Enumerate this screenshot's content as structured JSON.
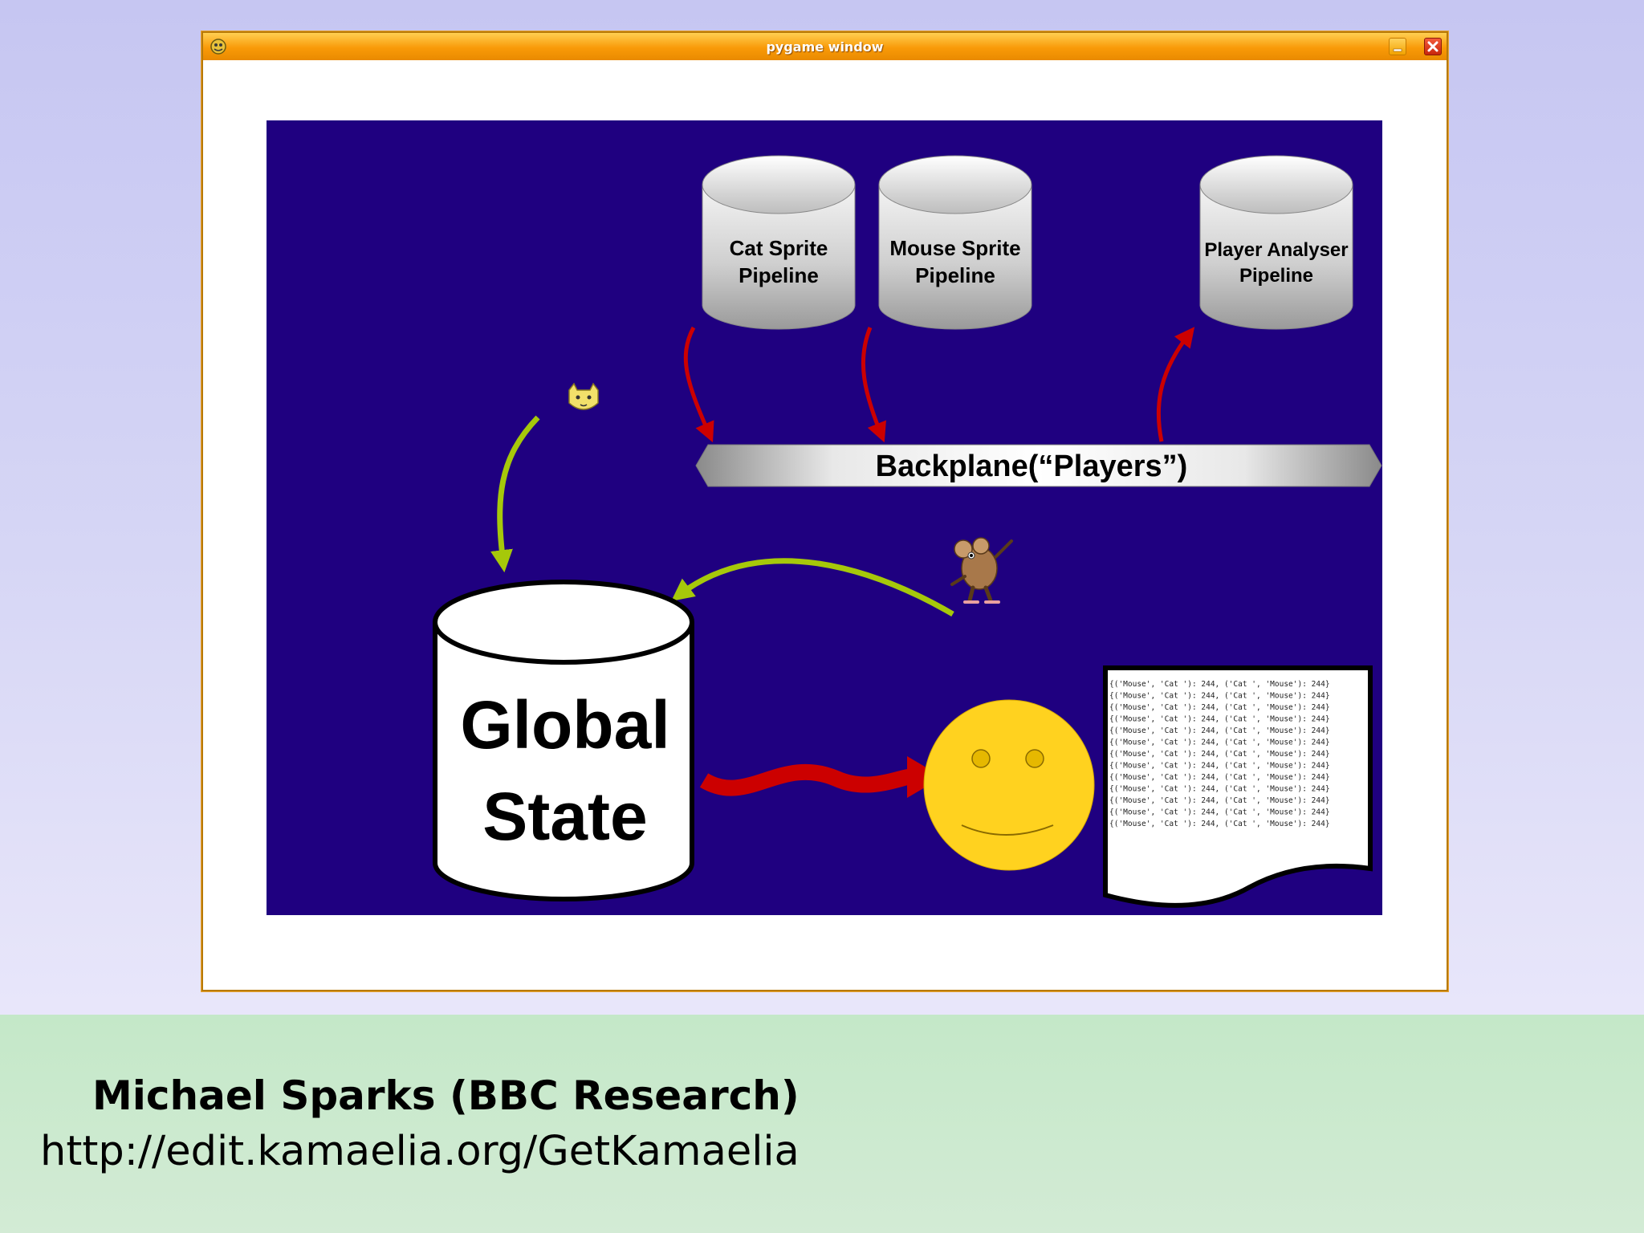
{
  "window": {
    "title": "pygame window"
  },
  "diagram": {
    "pipelines": [
      {
        "line1": "Cat Sprite",
        "line2": "Pipeline"
      },
      {
        "line1": "Mouse Sprite",
        "line2": "Pipeline"
      },
      {
        "line1": "Player Analyser",
        "line2": "Pipeline"
      }
    ],
    "backplane_label": "Backplane(“Players”)",
    "global_state": {
      "line1": "Global",
      "line2": "State"
    },
    "log_lines": [
      "{('Mouse', 'Cat '): 244, ('Cat ', 'Mouse'): 244}",
      "{('Mouse', 'Cat '): 244, ('Cat ', 'Mouse'): 244}",
      "{('Mouse', 'Cat '): 244, ('Cat ', 'Mouse'): 244}",
      "{('Mouse', 'Cat '): 244, ('Cat ', 'Mouse'): 244}",
      "{('Mouse', 'Cat '): 244, ('Cat ', 'Mouse'): 244}",
      "{('Mouse', 'Cat '): 244, ('Cat ', 'Mouse'): 244}",
      "{('Mouse', 'Cat '): 244, ('Cat ', 'Mouse'): 244}",
      "{('Mouse', 'Cat '): 244, ('Cat ', 'Mouse'): 244}",
      "{('Mouse', 'Cat '): 244, ('Cat ', 'Mouse'): 244}",
      "{('Mouse', 'Cat '): 244, ('Cat ', 'Mouse'): 244}",
      "{('Mouse', 'Cat '): 244, ('Cat ', 'Mouse'): 244}",
      "{('Mouse', 'Cat '): 244, ('Cat ', 'Mouse'): 244}",
      "{('Mouse', 'Cat '): 244, ('Cat ', 'Mouse'): 244}"
    ]
  },
  "footer": {
    "name": "Michael Sparks (BBC Research)",
    "url": "http://edit.kamaelia.org/GetKamaelia"
  },
  "colors": {
    "canvas_bg": "#1f0080",
    "arrow_red": "#cc0000",
    "arrow_green": "#a6c80a",
    "smiley": "#ffd21f",
    "titlebar": "#f99a08",
    "footer_band": "#c8e8cc"
  },
  "icons": {
    "app": "pygame-snake-icon",
    "minimize": "minimize-icon",
    "close": "close-icon",
    "cat": "cat-sprite-icon",
    "mouse": "mouse-sprite-icon",
    "smiley": "smiley-face-icon"
  }
}
